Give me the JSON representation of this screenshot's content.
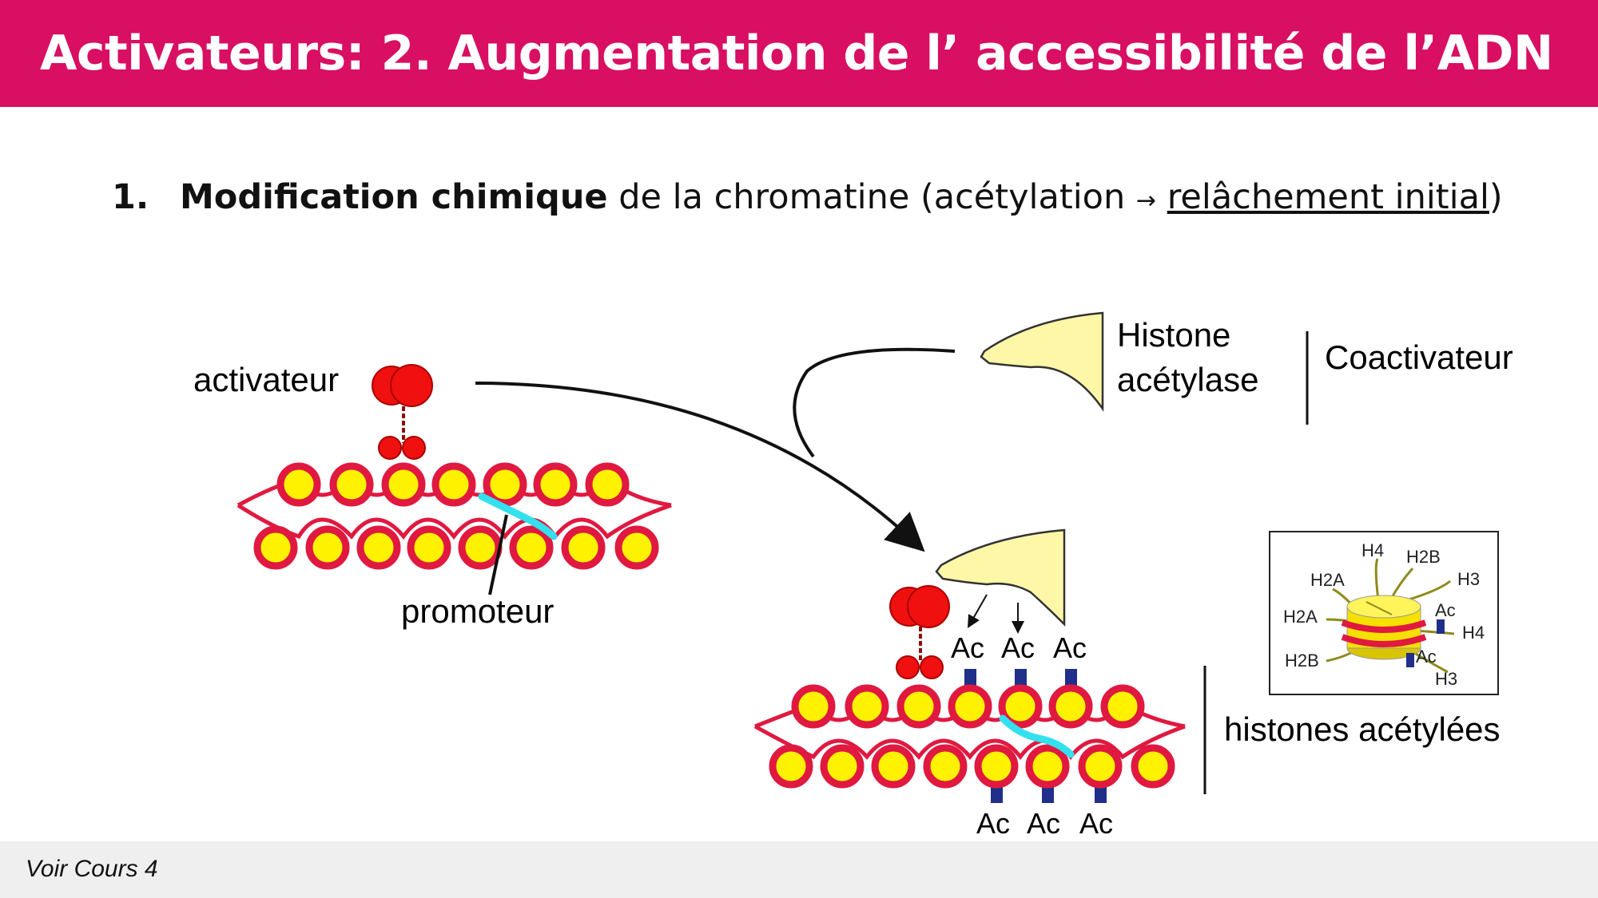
{
  "header": {
    "title": "Activateurs: 2. Augmentation de l’ accessibilité de l’ADN"
  },
  "bullet": {
    "number": "1.",
    "bold": "Modification chimique",
    "text": " de la chromatine (acétylation ",
    "arrow": "→",
    "underlined": "relâchement initial",
    "close": ")"
  },
  "labels": {
    "activateur": "activateur",
    "promoteur": "promoteur",
    "histone": "Histone",
    "acetylase": "acétylase",
    "coactivateur": "Coactivateur",
    "histones_acetylees": "histones acétylées",
    "ac": "Ac"
  },
  "nucleosome_inset": {
    "h4_top": "H4",
    "h2b_top": "H2B",
    "h3_right": "H3",
    "h2a_left1": "H2A",
    "h2a_left2": "H2A",
    "ac_right": "Ac",
    "h4_right": "H4",
    "h2b_left": "H2B",
    "ac_bottom": "Ac",
    "h3_bottom": "H3"
  },
  "footer": {
    "text": "Voir Cours 4"
  },
  "colors": {
    "header": "#d80f62",
    "histone": "#fff200",
    "dna": "#e01940",
    "enzyme": "#fff7a8",
    "promoter": "#33e0ee",
    "acetyl": "#1f2f8a"
  }
}
